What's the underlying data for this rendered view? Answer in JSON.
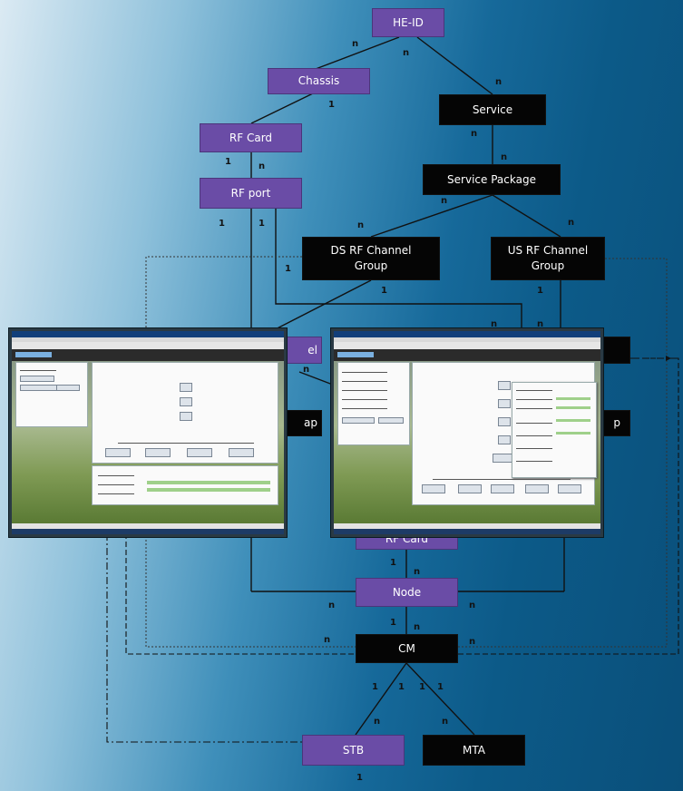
{
  "nodes": {
    "he_id": "HE-ID",
    "chassis": "Chassis",
    "rf_card": "RF Card",
    "rf_port": "RF port",
    "service": "Service",
    "service_package": "Service Package",
    "ds_rf_channel_group": "DS RF Channel Group",
    "us_rf_channel_group": "US RF Channel Group",
    "hidden_el_label": "el",
    "hidden_ap_label_left": "ap",
    "hidden_ap_label_right": "p",
    "rf_card_lower": "RF Card",
    "node": "Node",
    "cm": "CM",
    "stb": "STB",
    "mta": "MTA"
  },
  "cardinalities": {
    "heid_chassis": "n",
    "heid_service": "n",
    "service_top": "n",
    "chassis_rfcard": "1",
    "service_bottom": "n",
    "svcpkg_top": "n",
    "rfcard_1": "1",
    "rfcard_n": "n",
    "svcpkg_ds": "n",
    "svcpkg_us": "n",
    "rfport_1a": "1",
    "rfport_1b": "1",
    "ds_left": "1",
    "ds_bottom": "1",
    "us_bottom": "1",
    "mid_n1": "n",
    "mid_n2": "n",
    "mid_n3": "n",
    "rfcard_lower_1": "1",
    "rfcard_lower_n": "n",
    "node_left": "n",
    "node_right": "n",
    "node_1": "1",
    "node_n": "n",
    "cm_left": "n",
    "cm_right": "n",
    "cm_1a": "1",
    "cm_1b": "1",
    "cm_1c": "1",
    "cm_1d": "1",
    "stb_n": "n",
    "mta_n": "n",
    "stb_bottom": "1"
  }
}
